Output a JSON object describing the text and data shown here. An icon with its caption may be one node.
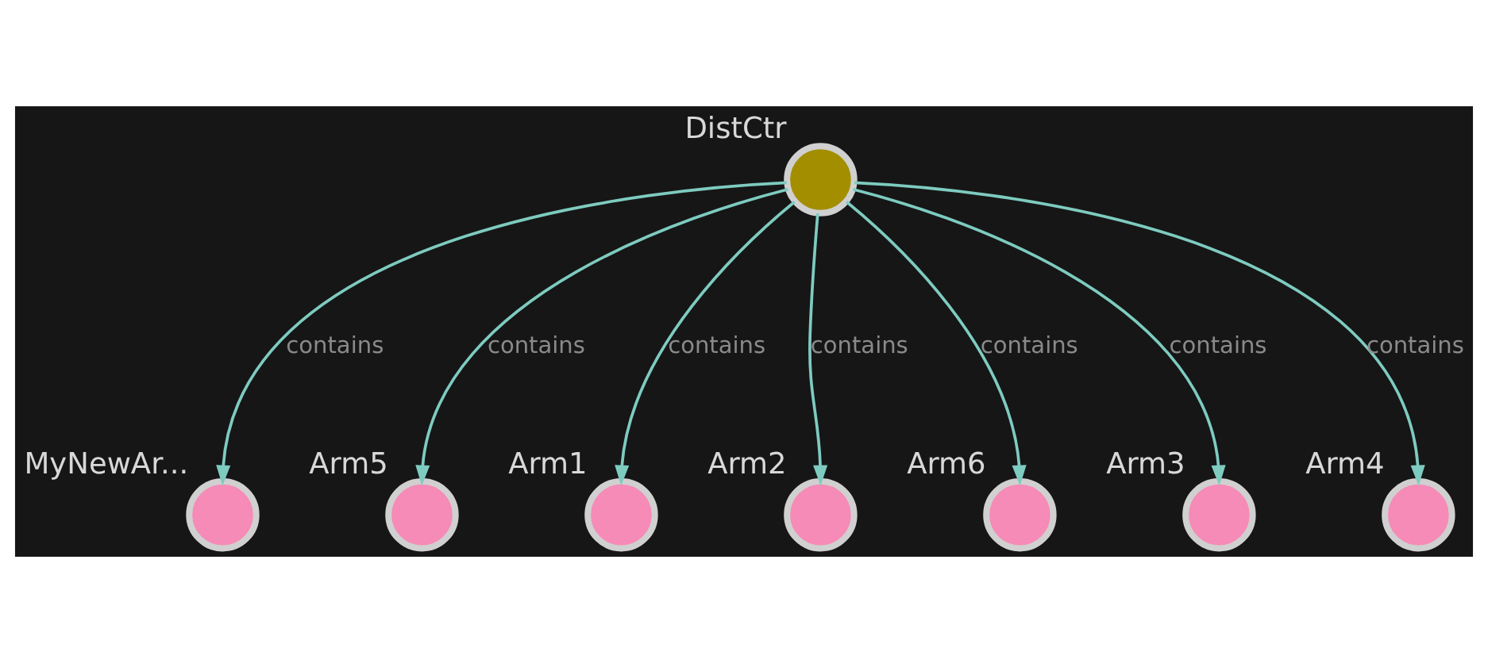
{
  "diagram": {
    "nodes": [
      {
        "text": [
          "DistCtr"
        ]
      },
      {
        "text": [
          "MyNewAr..."
        ]
      },
      {
        "text": [
          "Arm5"
        ]
      },
      {
        "text": [
          "Arm1"
        ]
      },
      {
        "text": [
          "Arm2"
        ]
      },
      {
        "text": [
          "Arm6"
        ]
      },
      {
        "text": [
          "Arm3"
        ]
      },
      {
        "text": [
          "Arm4"
        ]
      }
    ],
    "edges": [
      {
        "from": 0,
        "to": 1,
        "arrow": "to",
        "label": "contains"
      },
      {
        "from": 0,
        "to": 2,
        "arrow": "to",
        "label": "contains"
      },
      {
        "from": 0,
        "to": 3,
        "arrow": "to",
        "label": "contains"
      },
      {
        "from": 0,
        "to": 4,
        "arrow": "to",
        "label": "contains"
      },
      {
        "from": 0,
        "to": 5,
        "arrow": "to",
        "label": "contains"
      },
      {
        "from": 0,
        "to": 6,
        "arrow": "to",
        "label": "contains"
      },
      {
        "from": 0,
        "to": 7,
        "arrow": "to",
        "label": "contains"
      }
    ]
  }
}
